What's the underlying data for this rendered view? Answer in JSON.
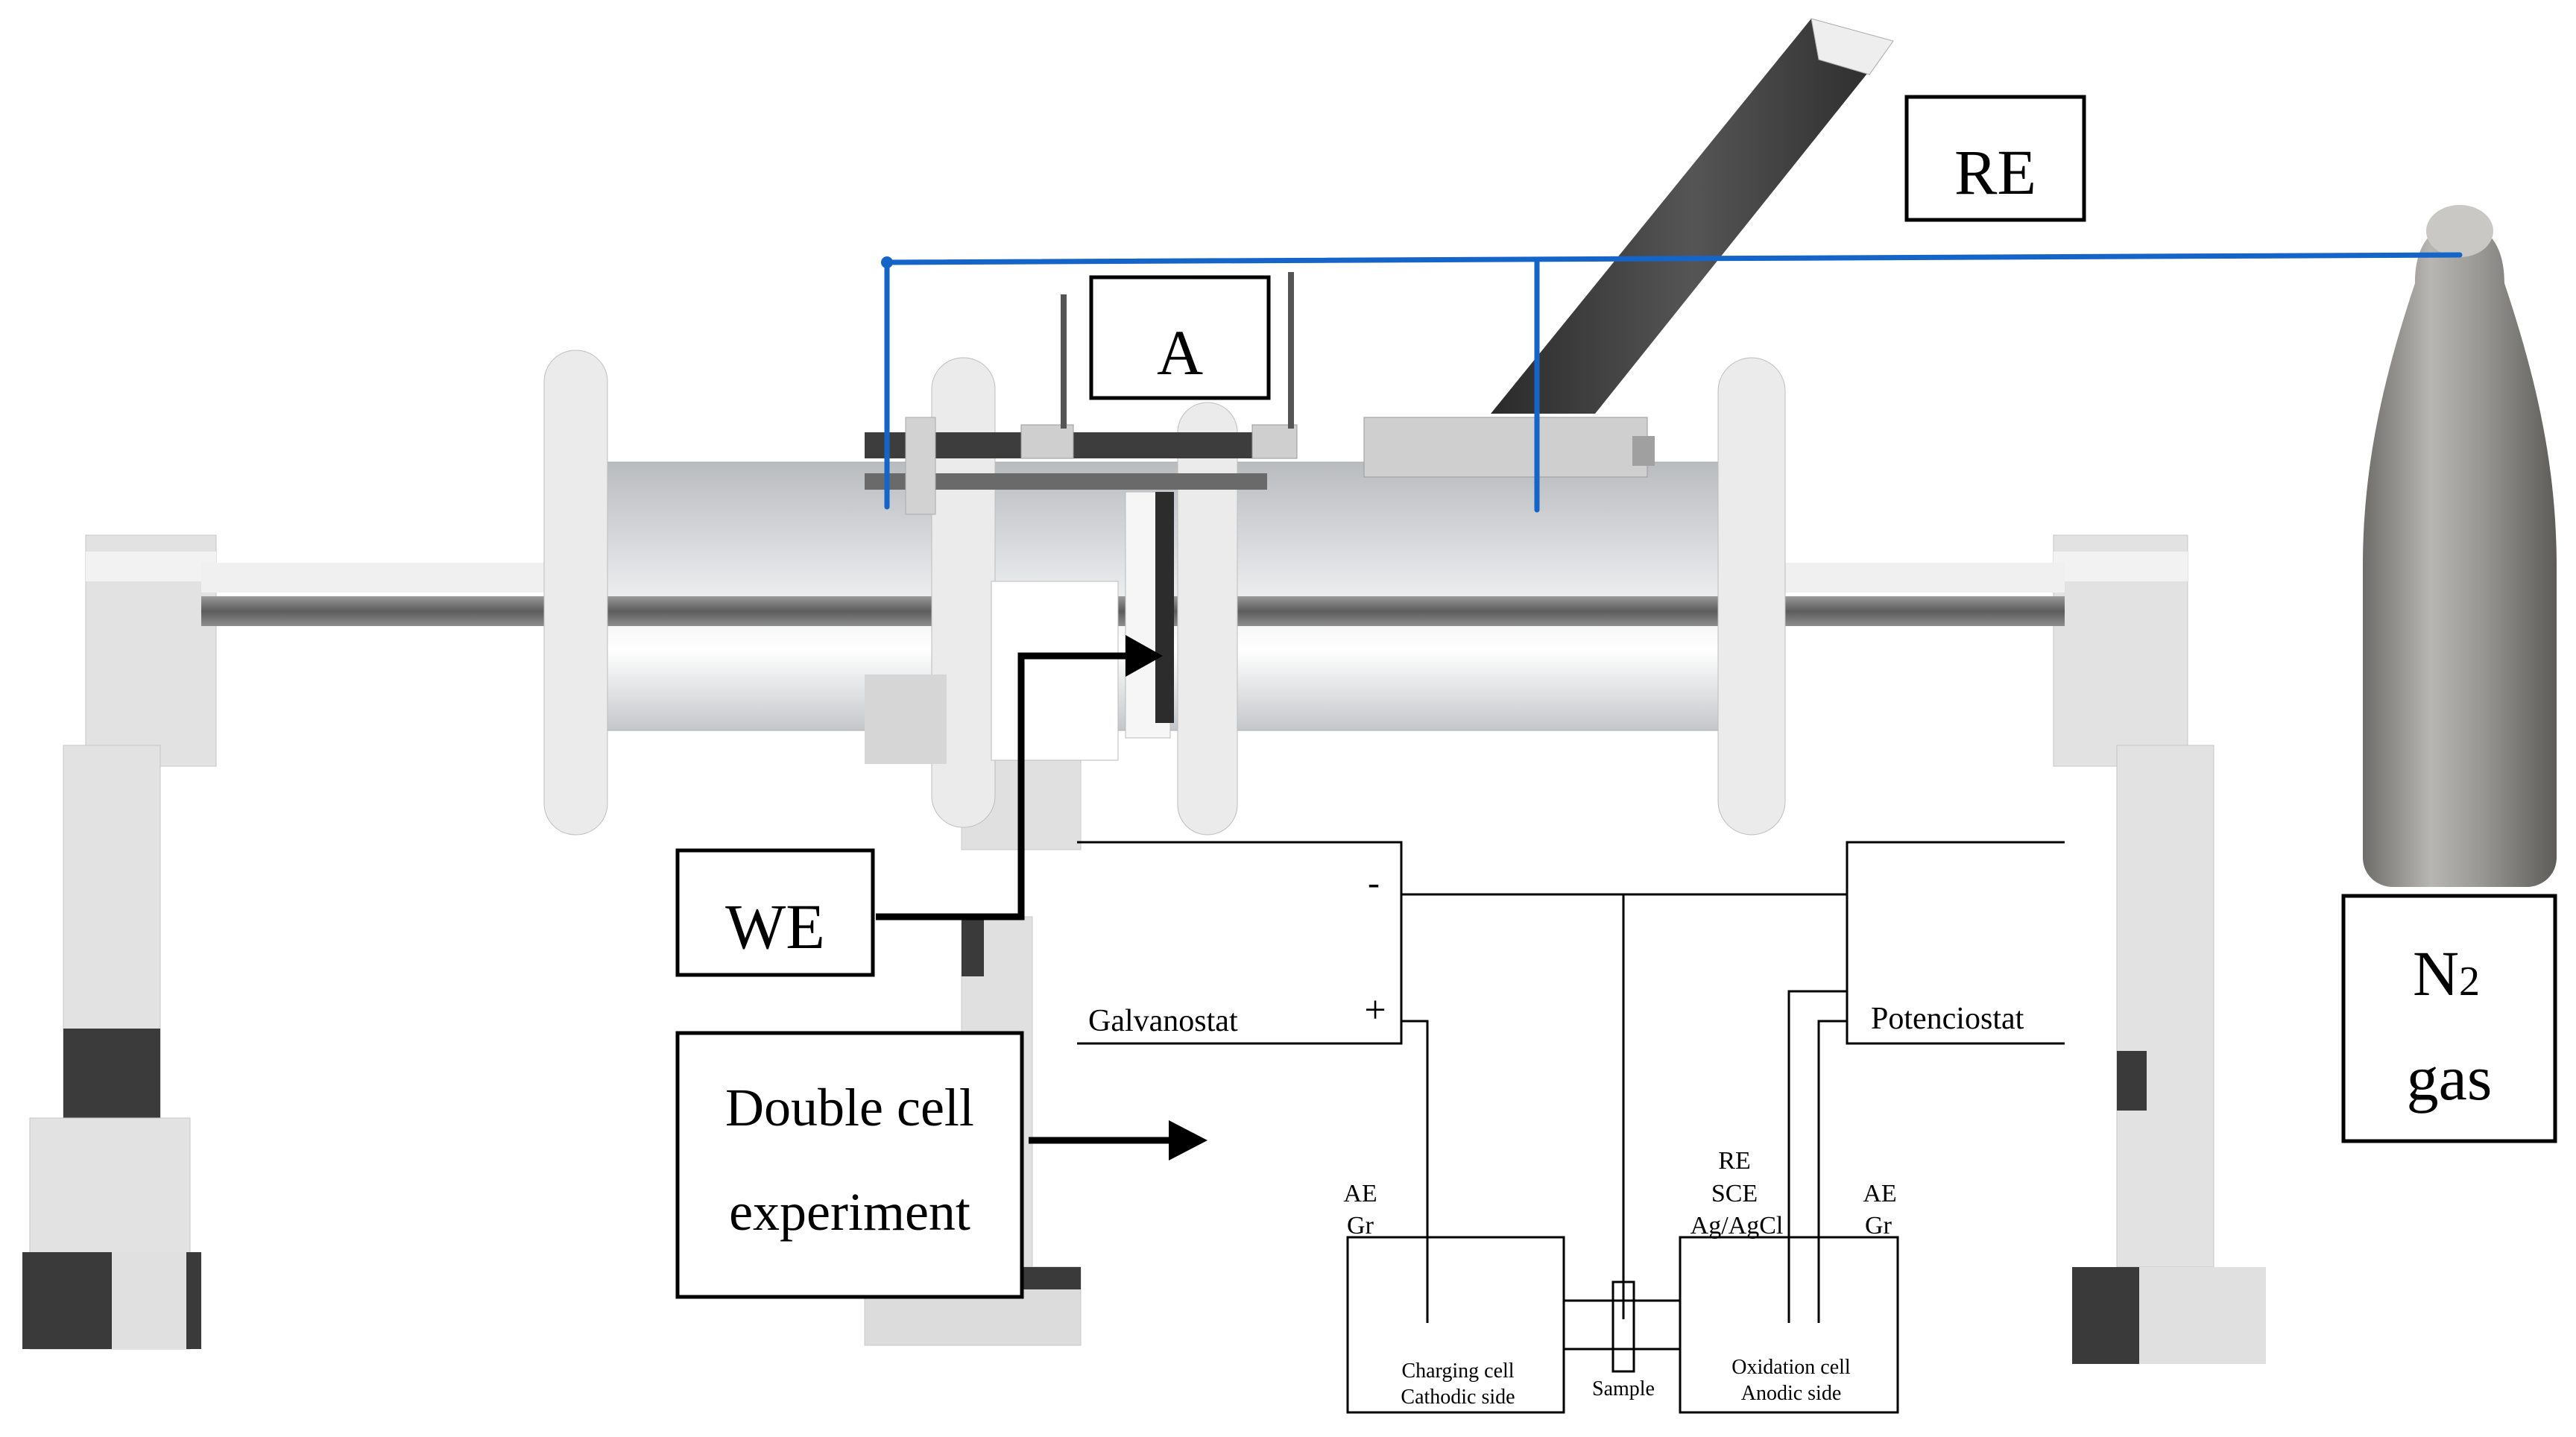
{
  "labels": {
    "re_box": "RE",
    "a_box": "A",
    "we_box": "WE",
    "n2_line1_main": "N",
    "n2_line1_sub": "2",
    "n2_line2": "gas",
    "double_cell_line1": "Double cell",
    "double_cell_line2": "experiment"
  },
  "circuit": {
    "minus": "-",
    "plus": "+",
    "galvanostat": "Galvanostat",
    "potenciostat": "Potenciostat",
    "ae_left_1": "AE",
    "ae_left_2": "Gr",
    "re_right_1": "RE",
    "re_right_2": "SCE",
    "re_right_3": "Ag/AgCl",
    "ae_right_1": "AE",
    "ae_right_2": "Gr",
    "charging_cell_1": "Charging cell",
    "charging_cell_2": "Cathodic side",
    "sample": "Sample",
    "oxidation_cell_1": "Oxidation cell",
    "oxidation_cell_2": "Anodic side"
  },
  "colors": {
    "gas_line": "#1565c8",
    "frame": "#d8d8d8",
    "frame_dark": "#3a3a3a",
    "rod": "#7a7a7a",
    "cylinder": "#c9cdd0",
    "tube": "#3c3c3c",
    "bottle": "#8b8a86"
  }
}
